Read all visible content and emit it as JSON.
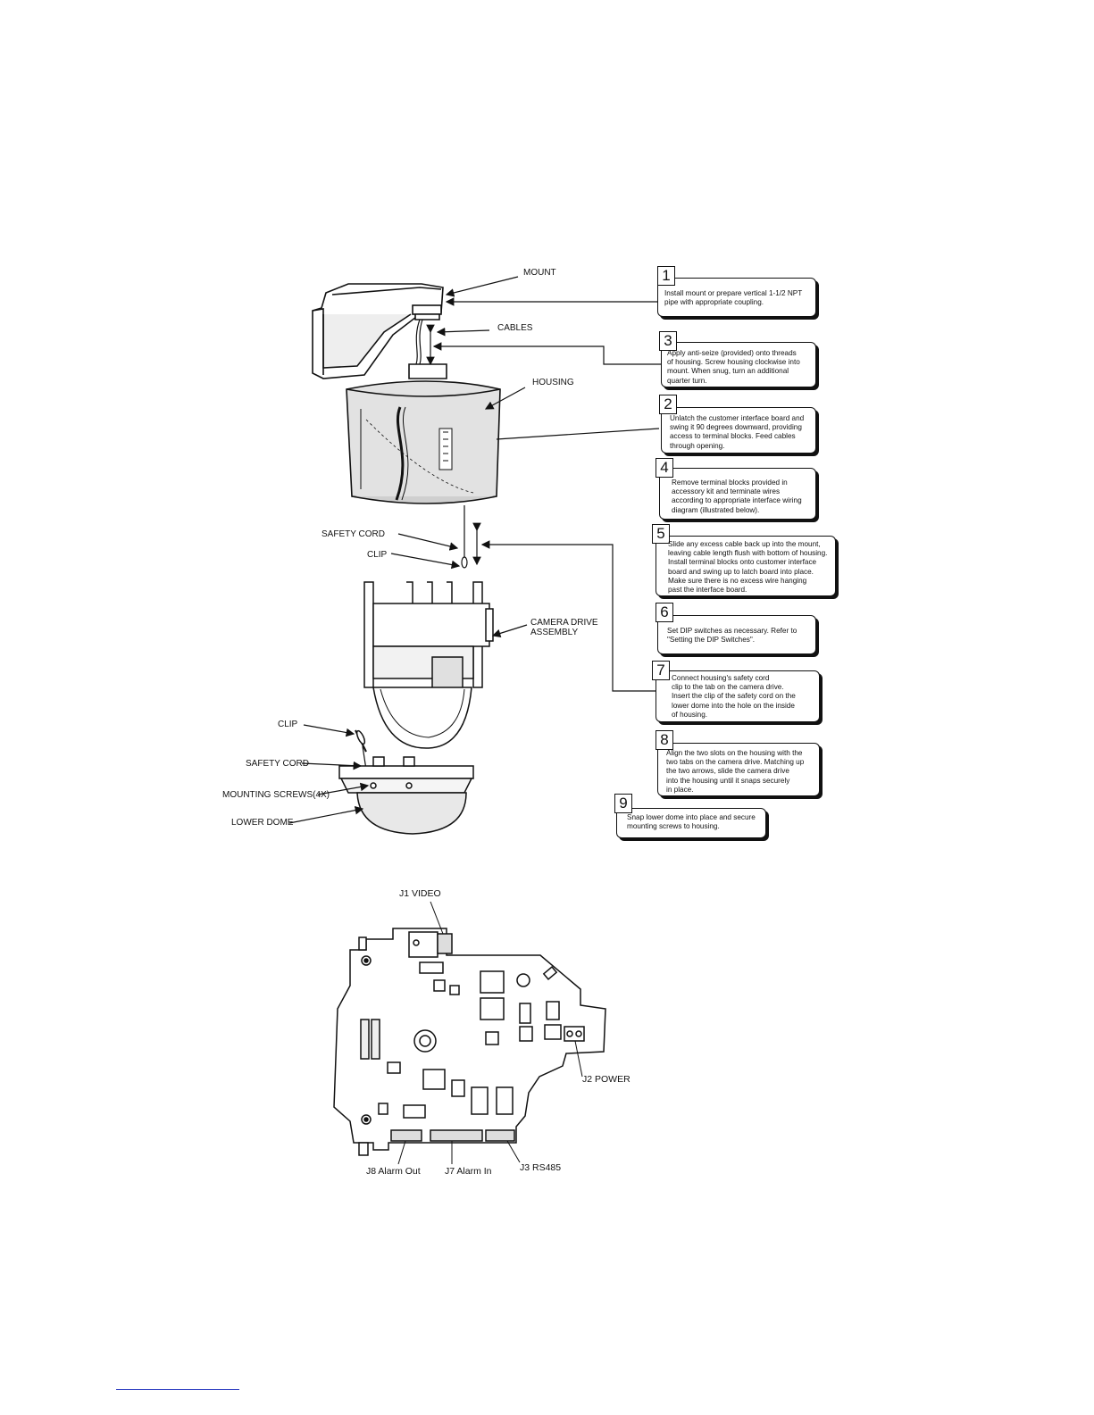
{
  "labels": {
    "mount": "MOUNT",
    "cables": "CABLES",
    "housing": "HOUSING",
    "safety_cord": "SAFETY CORD",
    "clip": "CLIP",
    "camera_drive_1": "CAMERA DRIVE",
    "camera_drive_2": "ASSEMBLY",
    "clip_2": "CLIP",
    "safety_cord_2": "SAFETY CORD",
    "mounting_screws": "MOUNTING SCREWS(4X)",
    "lower_dome": "LOWER DOME"
  },
  "steps": [
    {
      "number": "1",
      "text": "Install mount or prepare vertical 1-1/2 NPT\npipe with appropriate coupling."
    },
    {
      "number": "3",
      "text": "Apply anti-seize (provided) onto threads\nof housing. Screw housing clockwise into\nmount. When snug, turn an additional\nquarter turn."
    },
    {
      "number": "2",
      "text": "Unlatch the customer interface board and\nswing it 90 degrees downward, providing\naccess to terminal blocks.  Feed cables\nthrough opening."
    },
    {
      "number": "4",
      "text": "Remove terminal blocks provided in\naccessory kit and terminate wires\naccording to appropriate interface wiring\ndiagram (illustrated below)."
    },
    {
      "number": "5",
      "text": "Slide any excess cable back up into the mount,\nleaving cable length flush with bottom of housing.\nInstall terminal blocks onto customer interface\nboard and swing up to latch board into place.\nMake sure there is no excess wire hanging\npast the interface board."
    },
    {
      "number": "6",
      "text": "Set DIP switches as necessary. Refer to\n\"Setting the DIP Switches\"."
    },
    {
      "number": "7",
      "text": "Connect housing's safety cord\nclip to the tab on the camera drive.\nInsert the clip of the safety cord on the\nlower dome into the hole on the inside\nof housing."
    },
    {
      "number": "8",
      "text": "Align the two slots on the housing with the\ntwo tabs on the camera drive. Matching up\nthe two arrows, slide the camera drive\ninto the housing until it snaps securely\nin place."
    },
    {
      "number": "9",
      "text": "Snap lower dome into place and secure\nmounting screws to housing."
    }
  ],
  "pcb": {
    "j1": "J1  VIDEO",
    "j2": "J2  POWER",
    "j8": "J8  Alarm Out",
    "j7": "J7  Alarm In",
    "j3": "J3  RS485"
  },
  "colors": {
    "ink": "#111111",
    "link_rule": "#2a3ac0",
    "housing_shade": "#d9d9d9"
  }
}
